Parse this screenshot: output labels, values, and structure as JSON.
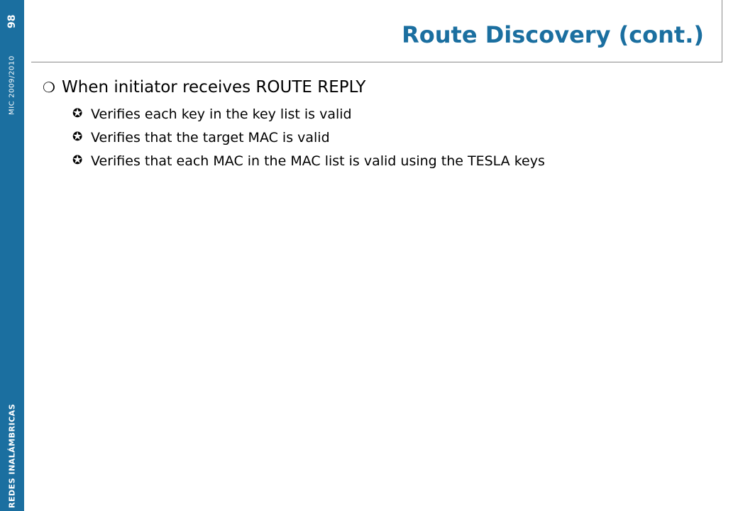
{
  "sidebar": {
    "course": "REDES INALÁMBRICAS",
    "term": "MIC 2009/2010",
    "page_number": "98"
  },
  "slide": {
    "title": "Route Discovery (cont.)",
    "bullet": {
      "marker": "❍",
      "text": "When initiator receives ROUTE REPLY",
      "subitems": [
        {
          "marker": "✪",
          "text": "Verifies each key in the key list is valid"
        },
        {
          "marker": "✪",
          "text": "Verifies that the target MAC is valid"
        },
        {
          "marker": "✪",
          "text": "Verifies that each MAC in the MAC list is valid using the TESLA keys"
        }
      ]
    }
  },
  "colors": {
    "accent": "#1b6fa0",
    "rule": "#8a8a8a",
    "text": "#000000",
    "background": "#ffffff"
  }
}
